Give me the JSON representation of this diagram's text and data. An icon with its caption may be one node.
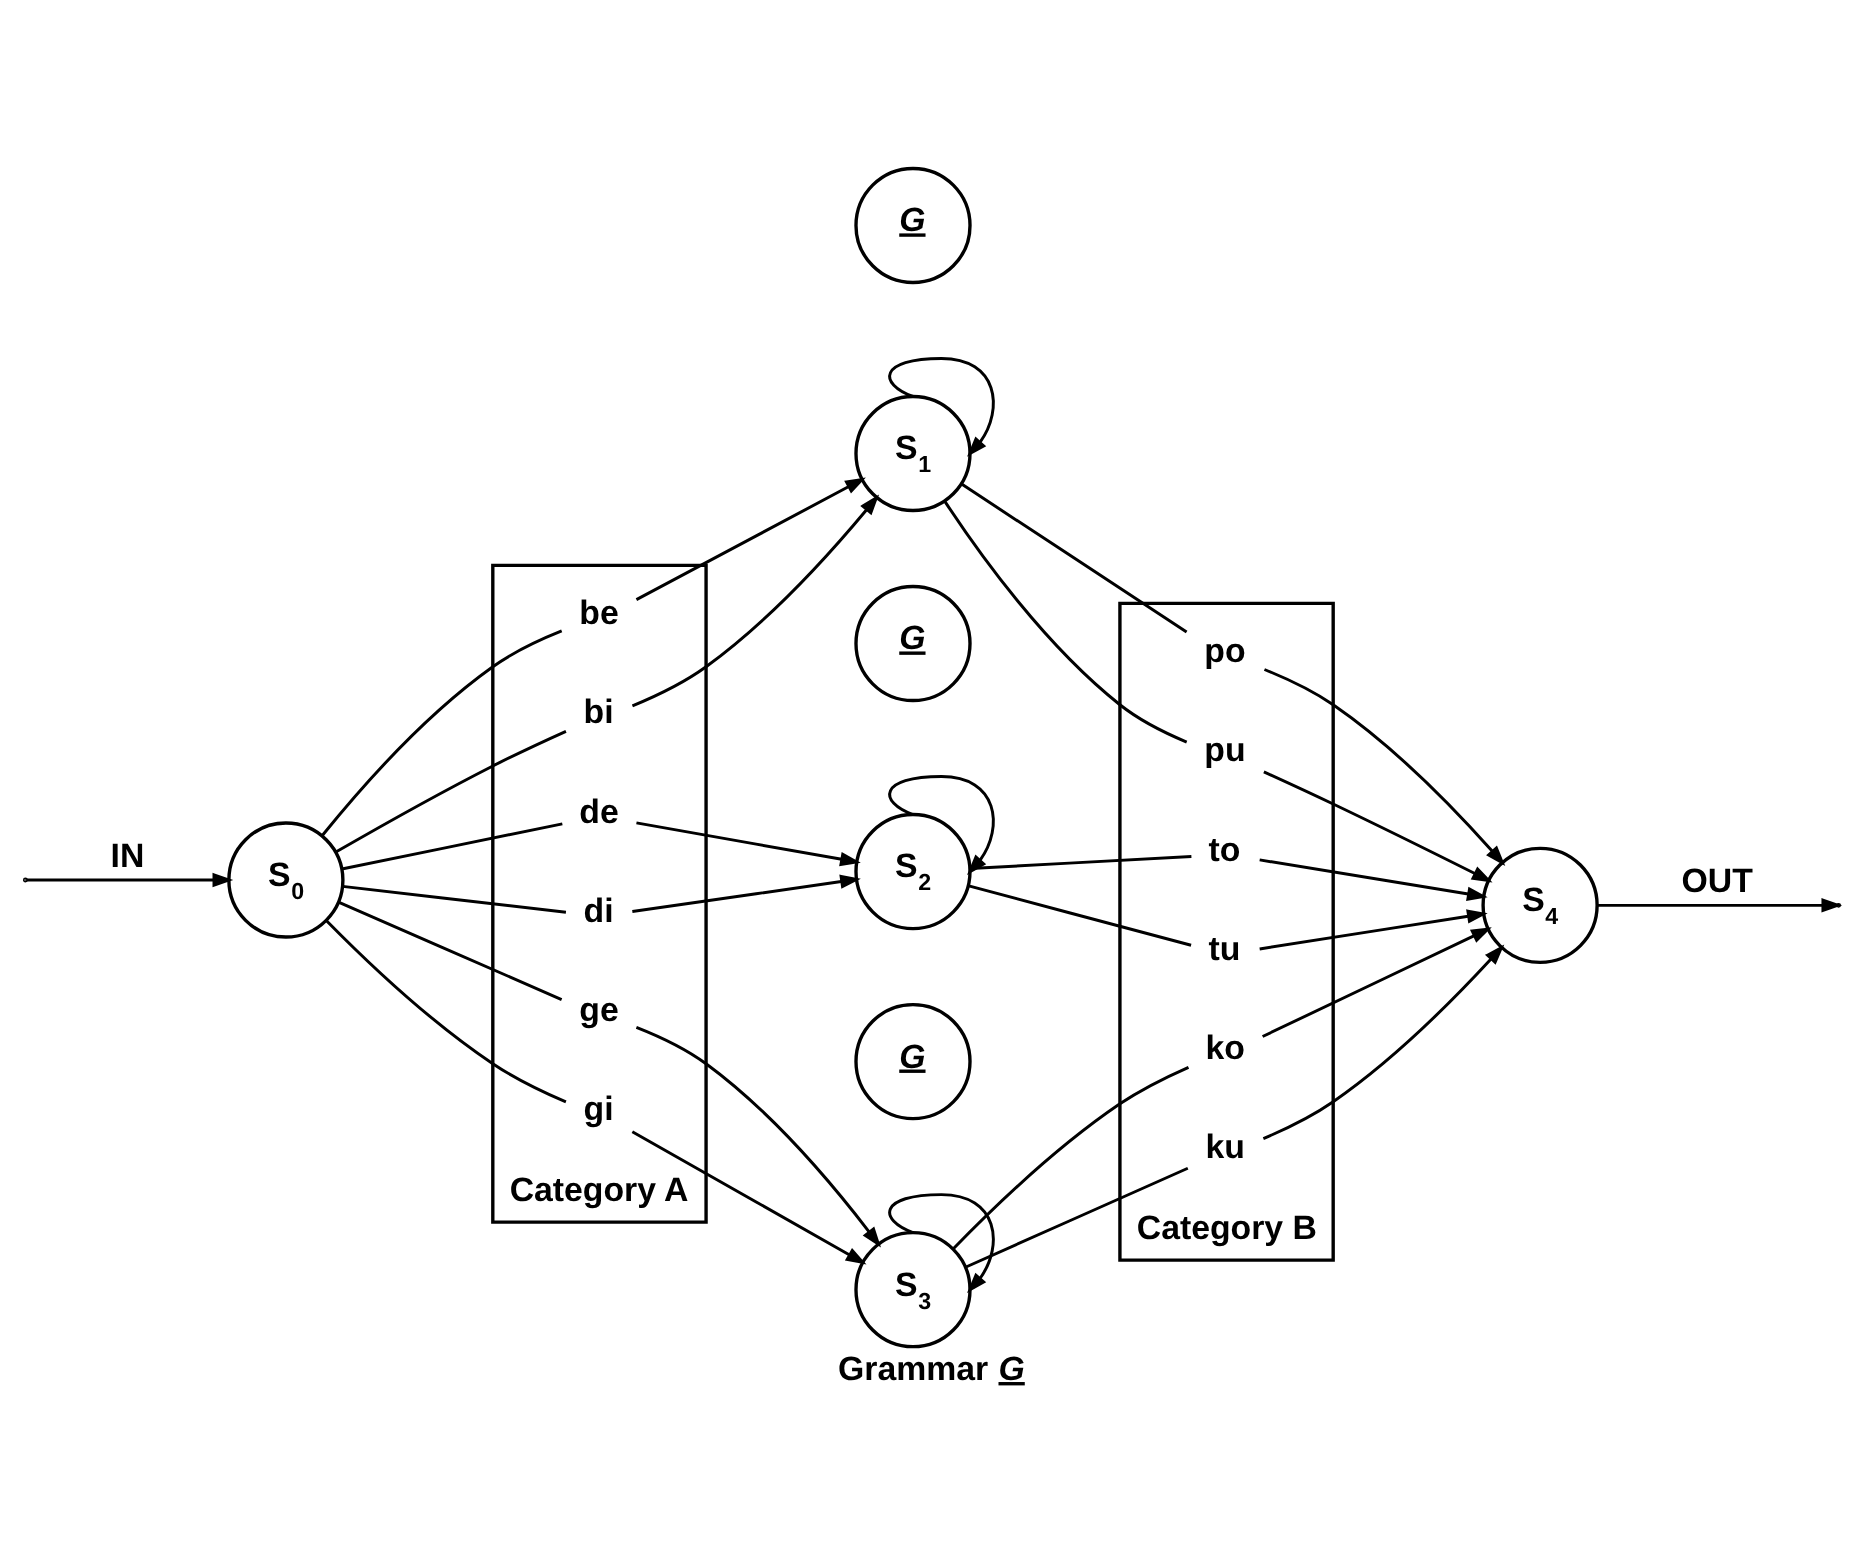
{
  "diagram": {
    "caption": "Grammar *G*",
    "nodes": [
      {
        "text": [
          "S$_{0}$"
        ]
      },
      {
        "text": [
          "Category A"
        ]
      },
      {
        "text": [
          "be"
        ],
        "in": 1
      },
      {
        "text": [
          "bi"
        ],
        "in": 1
      },
      {
        "text": [
          "de"
        ],
        "in": 1
      },
      {
        "text": [
          "di"
        ],
        "in": 1
      },
      {
        "text": [
          "ge"
        ],
        "in": 1
      },
      {
        "text": [
          "gi"
        ],
        "in": 1
      },
      {
        "text": [
          "G"
        ]
      },
      {
        "text": [
          "S$_{1}$"
        ]
      },
      {
        "text": [
          "G"
        ]
      },
      {
        "text": [
          "S$_{2}$"
        ]
      },
      {
        "text": [
          "G"
        ]
      },
      {
        "text": [
          "S$_{3}$"
        ]
      },
      {
        "text": [
          "Category B"
        ]
      },
      {
        "text": [
          "po"
        ],
        "in": 14
      },
      {
        "text": [
          "pu"
        ],
        "in": 14
      },
      {
        "text": [
          "to"
        ],
        "in": 14
      },
      {
        "text": [
          "tu"
        ],
        "in": 14
      },
      {
        "text": [
          "ko"
        ],
        "in": 14
      },
      {
        "text": [
          "ku"
        ],
        "in": 14
      },
      {
        "text": [
          "S$_{4}$"
        ]
      }
    ],
    "edges": [
      {
        "from": null,
        "to": 0,
        "arrow": "to",
        "label": "IN"
      },
      {
        "from": 0,
        "to": 2,
        "arrow": "none"
      },
      {
        "from": 0,
        "to": 3,
        "arrow": "none"
      },
      {
        "from": 0,
        "to": 4,
        "arrow": "none"
      },
      {
        "from": 0,
        "to": 5,
        "arrow": "none"
      },
      {
        "from": 0,
        "to": 6,
        "arrow": "none"
      },
      {
        "from": 0,
        "to": 7,
        "arrow": "none"
      },
      {
        "from": 2,
        "to": 9,
        "arrow": "to"
      },
      {
        "from": 3,
        "to": 9,
        "arrow": "to"
      },
      {
        "from": 4,
        "to": 11,
        "arrow": "to"
      },
      {
        "from": 5,
        "to": 11,
        "arrow": "to"
      },
      {
        "from": 6,
        "to": 13,
        "arrow": "to"
      },
      {
        "from": 7,
        "to": 13,
        "arrow": "to"
      },
      {
        "from": 9,
        "to": 9,
        "arrow": "to"
      },
      {
        "from": 11,
        "to": 11,
        "arrow": "to"
      },
      {
        "from": 13,
        "to": 13,
        "arrow": "to"
      },
      {
        "from": 9,
        "to": 15,
        "arrow": "none"
      },
      {
        "from": 9,
        "to": 16,
        "arrow": "none"
      },
      {
        "from": 11,
        "to": 17,
        "arrow": "none"
      },
      {
        "from": 11,
        "to": 18,
        "arrow": "none"
      },
      {
        "from": 13,
        "to": 19,
        "arrow": "none"
      },
      {
        "from": 13,
        "to": 20,
        "arrow": "none"
      },
      {
        "from": 15,
        "to": 21,
        "arrow": "to"
      },
      {
        "from": 16,
        "to": 21,
        "arrow": "to"
      },
      {
        "from": 17,
        "to": 21,
        "arrow": "to"
      },
      {
        "from": 18,
        "to": 21,
        "arrow": "to"
      },
      {
        "from": 19,
        "to": 21,
        "arrow": "to"
      },
      {
        "from": 20,
        "to": 21,
        "arrow": "to"
      },
      {
        "from": 21,
        "to": null,
        "arrow": "to",
        "label": "OUT"
      }
    ]
  }
}
